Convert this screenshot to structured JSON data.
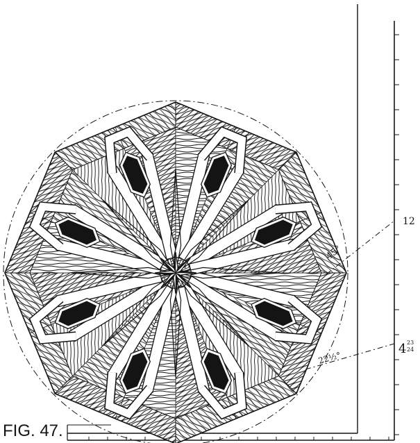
{
  "figure": {
    "caption": "FIG. 47.",
    "angle_labels": {
      "a45": "45°",
      "a22": "22½°"
    },
    "scale_labels": {
      "twelve": "12",
      "four_main": "4",
      "four_frac_num": "23",
      "four_frac_den": "24"
    }
  },
  "colors": {
    "ink": "#141414",
    "paper": "#ffffff"
  }
}
